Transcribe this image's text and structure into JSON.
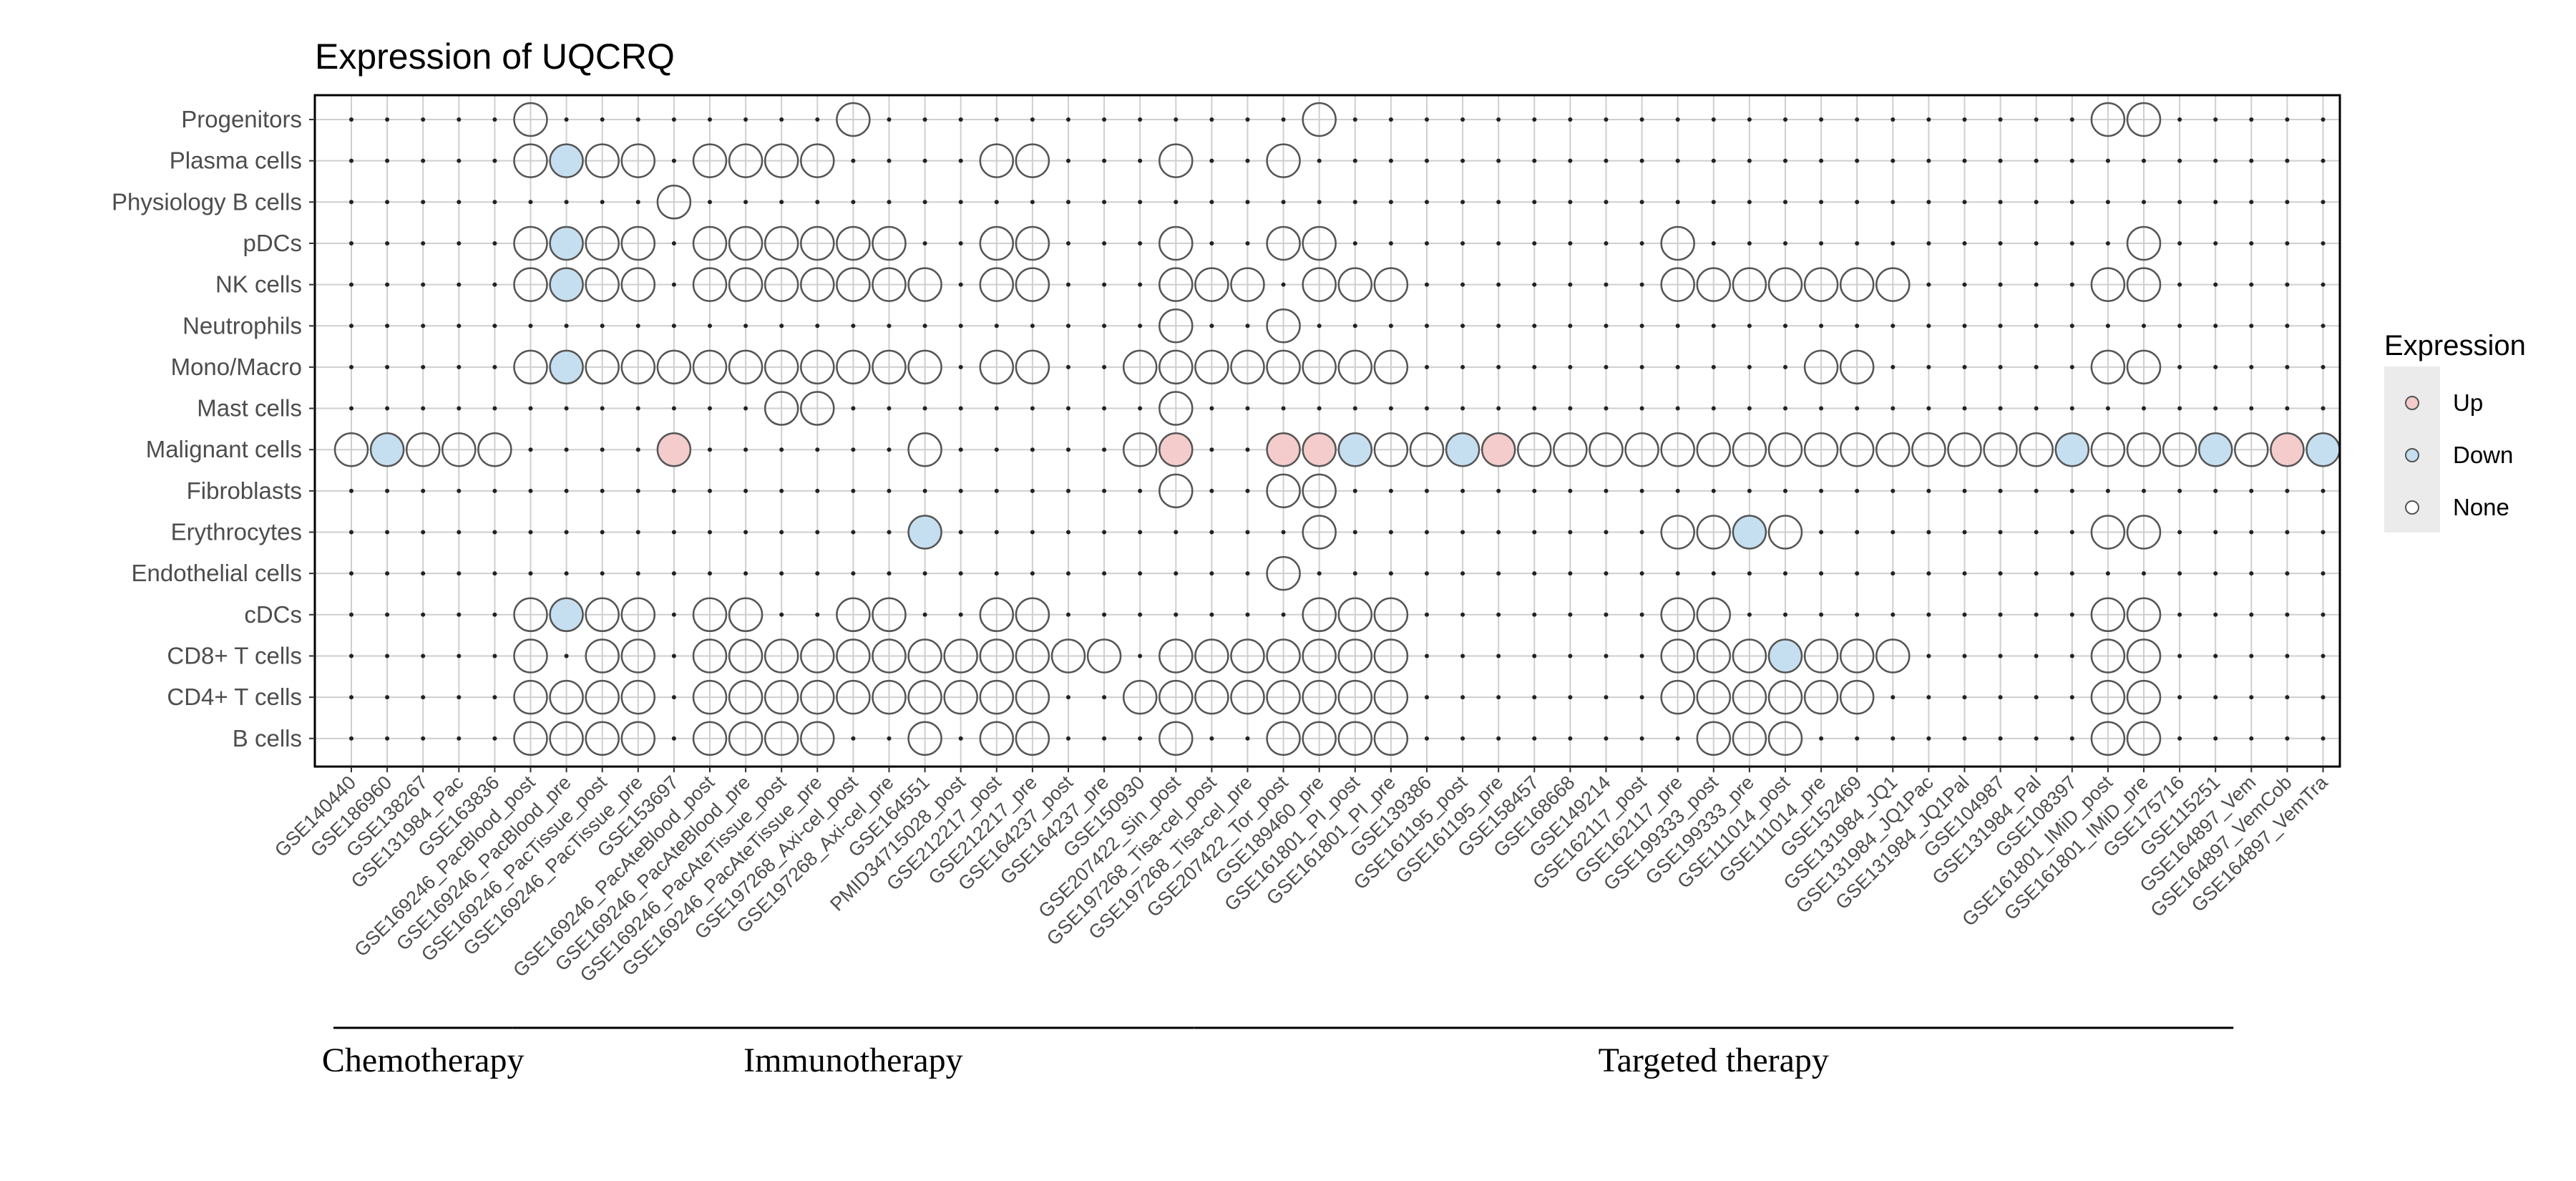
{
  "chart_data": {
    "type": "scatter",
    "title": "Expression of UQCRQ",
    "cell_types": [
      "Progenitors",
      "Plasma cells",
      "Physiology B cells",
      "pDCs",
      "NK cells",
      "Neutrophils",
      "Mono/Macro",
      "Mast cells",
      "Malignant cells",
      "Fibroblasts",
      "Erythrocytes",
      "Endothelial cells",
      "cDCs",
      "CD8+ T cells",
      "CD4+ T cells",
      "B cells"
    ],
    "datasets": [
      "GSE140440",
      "GSE186960",
      "GSE138267",
      "GSE131984_Pac",
      "GSE163836",
      "GSE169246_PacBlood_post",
      "GSE169246_PacBlood_pre",
      "GSE169246_PacTissue_post",
      "GSE169246_PacTissue_pre",
      "GSE153697",
      "GSE169246_PacAteBlood_post",
      "GSE169246_PacAteBlood_pre",
      "GSE169246_PacAteTissue_post",
      "GSE169246_PacAteTissue_pre",
      "GSE197268_Axi-cel_post",
      "GSE197268_Axi-cel_pre",
      "GSE164551",
      "PMID34715028_post",
      "GSE212217_post",
      "GSE212217_pre",
      "GSE164237_post",
      "GSE164237_pre",
      "GSE150930",
      "GSE207422_Sin_post",
      "GSE197268_Tisa-cel_post",
      "GSE197268_Tisa-cel_pre",
      "GSE207422_Tor_post",
      "GSE189460_pre",
      "GSE161801_PI_post",
      "GSE161801_PI_pre",
      "GSE139386",
      "GSE161195_post",
      "GSE161195_pre",
      "GSE158457",
      "GSE168668",
      "GSE149214",
      "GSE162117_post",
      "GSE162117_pre",
      "GSE199333_post",
      "GSE199333_pre",
      "GSE111014_post",
      "GSE111014_pre",
      "GSE152469",
      "GSE131984_JQ1",
      "GSE131984_JQ1Pac",
      "GSE131984_JQ1Pal",
      "GSE104987",
      "GSE131984_Pal",
      "GSE108397",
      "GSE161801_IMiD_post",
      "GSE161801_IMiD_pre",
      "GSE175716",
      "GSE115251",
      "GSE164897_Vem",
      "GSE164897_VemCob",
      "GSE164897_VemTra"
    ],
    "groups": [
      {
        "name": "Chemotherapy",
        "first": 0,
        "last": 4
      },
      {
        "name": "Immunotherapy",
        "first": 5,
        "last": 23
      },
      {
        "name": "Targeted therapy",
        "first": 24,
        "last": 52
      }
    ],
    "legend": {
      "title": "Expression",
      "position": "right",
      "entries": [
        {
          "label": "Up",
          "color": "#f4cccc"
        },
        {
          "label": "Down",
          "color": "#c6dff0"
        },
        {
          "label": "None",
          "color": "#ffffff"
        }
      ]
    },
    "points": {
      "Progenitors": {
        "none": [
          5,
          14,
          27,
          49,
          50
        ]
      },
      "Plasma cells": {
        "down": [
          6
        ],
        "none": [
          5,
          7,
          8,
          10,
          11,
          12,
          13,
          18,
          19,
          23,
          26
        ]
      },
      "Physiology B cells": {
        "none": [
          9
        ]
      },
      "pDCs": {
        "down": [
          6
        ],
        "none": [
          5,
          7,
          8,
          10,
          11,
          12,
          13,
          14,
          15,
          18,
          19,
          23,
          26,
          27,
          37,
          50
        ]
      },
      "NK cells": {
        "down": [
          6
        ],
        "none": [
          5,
          7,
          8,
          10,
          11,
          12,
          13,
          14,
          15,
          16,
          18,
          19,
          23,
          24,
          25,
          27,
          28,
          29,
          37,
          38,
          39,
          40,
          41,
          42,
          43,
          49,
          50
        ]
      },
      "Neutrophils": {
        "none": [
          23,
          26
        ]
      },
      "Mono/Macro": {
        "down": [
          6
        ],
        "none": [
          5,
          7,
          8,
          9,
          10,
          11,
          12,
          13,
          14,
          15,
          16,
          18,
          19,
          22,
          23,
          24,
          25,
          26,
          27,
          28,
          29,
          41,
          42,
          49,
          50
        ]
      },
      "Mast cells": {
        "none": [
          12,
          13,
          23
        ]
      },
      "Malignant cells": {
        "up": [
          9,
          23,
          26,
          27,
          32,
          54
        ],
        "down": [
          1,
          28,
          31,
          48,
          52,
          55
        ],
        "none": [
          0,
          2,
          3,
          4,
          16,
          22,
          29,
          30,
          33,
          34,
          35,
          36,
          37,
          38,
          39,
          40,
          41,
          42,
          43,
          44,
          45,
          46,
          47,
          49,
          50,
          51,
          53
        ]
      },
      "Fibroblasts": {
        "none": [
          23,
          26,
          27
        ]
      },
      "Erythrocytes": {
        "down": [
          16,
          39
        ],
        "none": [
          27,
          37,
          38,
          40,
          49,
          50
        ]
      },
      "Endothelial cells": {
        "none": [
          26
        ]
      },
      "cDCs": {
        "down": [
          6
        ],
        "none": [
          5,
          7,
          8,
          10,
          11,
          14,
          15,
          18,
          19,
          27,
          28,
          29,
          37,
          38,
          49,
          50
        ]
      },
      "CD8+ T cells": {
        "down": [
          40
        ],
        "none": [
          5,
          7,
          8,
          10,
          11,
          12,
          13,
          14,
          15,
          16,
          17,
          18,
          19,
          20,
          21,
          23,
          24,
          25,
          26,
          27,
          28,
          29,
          37,
          38,
          39,
          41,
          42,
          43,
          49,
          50
        ]
      },
      "CD4+ T cells": {
        "none": [
          5,
          6,
          7,
          8,
          10,
          11,
          12,
          13,
          14,
          15,
          16,
          17,
          18,
          19,
          22,
          23,
          24,
          25,
          26,
          27,
          28,
          29,
          37,
          38,
          39,
          40,
          41,
          42,
          49,
          50
        ]
      },
      "B cells": {
        "none": [
          5,
          6,
          7,
          8,
          10,
          11,
          12,
          13,
          16,
          18,
          19,
          23,
          26,
          27,
          28,
          29,
          38,
          39,
          40,
          49,
          50
        ]
      }
    },
    "grid": true
  }
}
